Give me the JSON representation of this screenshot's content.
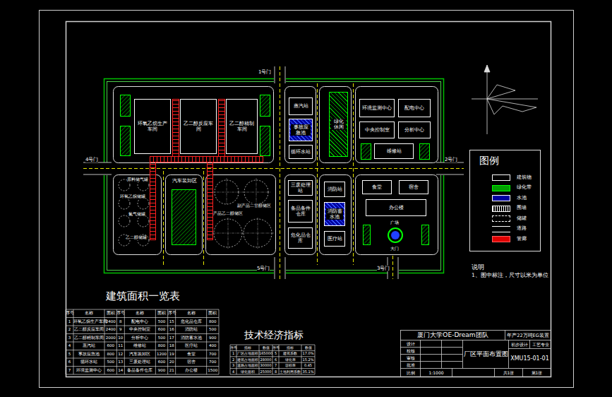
{
  "diagram": {
    "title": "厂区平面布置图",
    "nodes": [
      {
        "text": [
          "环氧乙烷生产车间"
        ]
      },
      {
        "text": [
          "乙二醇反应车间"
        ]
      },
      {
        "text": [
          "乙二醇精制车间"
        ]
      },
      {
        "text": [
          "蒸汽站"
        ]
      },
      {
        "text": [
          "事故应急池"
        ]
      },
      {
        "text": [
          "循环水站"
        ]
      },
      {
        "text": [
          "绿化休闲"
        ]
      },
      {
        "text": [
          "环境监测中心"
        ]
      },
      {
        "text": [
          "配电中心"
        ]
      },
      {
        "text": [
          "中央控制室"
        ]
      },
      {
        "text": [
          "分析中心"
        ]
      },
      {
        "text": [
          "维修站"
        ]
      },
      {
        "text": [
          "三废处理站"
        ]
      },
      {
        "text": [
          "备品备件仓库"
        ]
      },
      {
        "text": [
          "危化品仓库"
        ]
      },
      {
        "text": [
          "消防站"
        ]
      },
      {
        "text": [
          "消防蓄水池"
        ]
      },
      {
        "text": [
          "医疗站"
        ]
      },
      {
        "text": [
          "食堂"
        ]
      },
      {
        "text": [
          "宿舍"
        ]
      },
      {
        "text": [
          "办公楼"
        ]
      }
    ],
    "labels": [
      "1号门",
      "4号门",
      "2号门",
      "5号门",
      "3号门",
      "原料储气罐",
      "环氧乙烷储罐",
      "氮气储罐",
      "乙二醇储罐",
      "汽车装卸区",
      "产品乙二醇储区",
      "副产品二甘醇储区",
      "广场",
      "大门",
      "图例",
      "说明",
      "1、图中标注，尺寸以米为单位",
      "建筑面积一览表",
      "技术经济指标",
      "厦门大学OE-Dream团队",
      "年产22万吨EG装置",
      "XMU15-01-01",
      "初步设计",
      "工艺专业",
      "设计",
      "校核",
      "审核",
      "批准",
      "比例",
      "1:1000",
      "共1张",
      "第1张",
      "序号",
      "名称",
      "面积",
      "序号",
      "名称",
      "面积",
      "序号",
      "名称",
      "面积",
      "1",
      "环氧乙烷生产车间",
      "2400",
      "8",
      "配电中心",
      "500",
      "15",
      "危化品仓库",
      "800",
      "2",
      "乙二醇反应车间",
      "2400",
      "9",
      "中央控制室",
      "600",
      "16",
      "消防站",
      "500",
      "3",
      "乙二醇精制车间",
      "2000",
      "10",
      "分析中心",
      "500",
      "17",
      "消防蓄水池",
      "900",
      "4",
      "蒸汽站",
      "600",
      "11",
      "维修站",
      "800",
      "18",
      "医疗站",
      "400",
      "5",
      "事故应急池",
      "800",
      "12",
      "汽车装卸区",
      "1200",
      "19",
      "食堂",
      "700",
      "6",
      "循环水站",
      "500",
      "13",
      "三废处理站",
      "600",
      "20",
      "宿舍",
      "700",
      "7",
      "环境监测中心",
      "600",
      "14",
      "备品备件仓库",
      "900",
      "21",
      "办公楼",
      "1500",
      "序号",
      "指标",
      "数值",
      "序号",
      "指标",
      "数值",
      "1",
      "厂区占地面积",
      "165000",
      "5",
      "建筑系数",
      "17.0%",
      "2",
      "建筑占地面积",
      "28000",
      "6",
      "绿化率",
      "15.2%",
      "3",
      "道路占地面积",
      "30000",
      "7",
      "容积率",
      "0.45",
      "4",
      "绿化面积",
      "25000",
      "8",
      "土地利用系数",
      "35.1%"
    ],
    "legend": [
      {
        "text": "建筑物"
      },
      {
        "text": "绿化带",
        "color": "#00a000"
      },
      {
        "text": "水池",
        "color": "#0000a0"
      },
      {
        "text": "围墙"
      },
      {
        "text": "储罐"
      },
      {
        "text": "道路"
      },
      {
        "text": "管廊",
        "color": "#e00000"
      }
    ]
  }
}
